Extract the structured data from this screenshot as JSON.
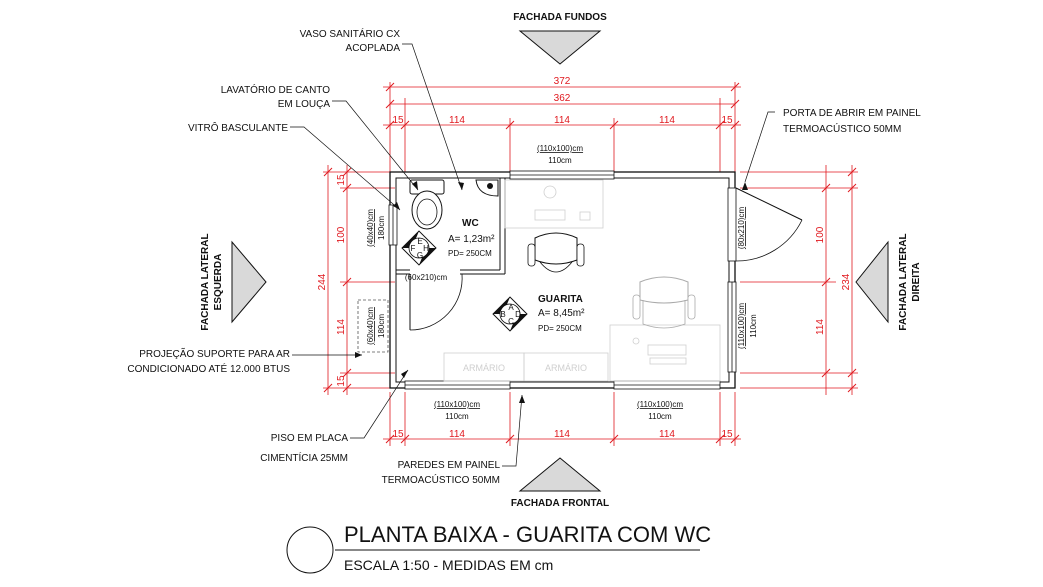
{
  "facades": {
    "back": "FACHADA FUNDOS",
    "front": "FACHADA FRONTAL",
    "left_line1": "FACHADA LATERAL",
    "left_line2": "ESQUERDA",
    "right_line1": "FACHADA LATERAL",
    "right_line2": "DIREITA"
  },
  "annotations": {
    "toilet_1": "VASO SANITÁRIO CX",
    "toilet_2": "ACOPLADA",
    "sink_1": "LAVATÓRIO DE CANTO",
    "sink_2": "EM LOUÇA",
    "vitro": "VITRÔ BASCULANTE",
    "ac_1": "PROJEÇÃO SUPORTE PARA AR",
    "ac_2": "CONDICIONADO ATÉ 12.000 BTUS",
    "floor_1": "PISO EM PLACA",
    "floor_2": "CIMENTÍCIA 25MM",
    "walls_1": "PAREDES EM PAINEL",
    "walls_2": "TERMOACÚSTICO 50MM",
    "door_1": "PORTA DE ABRIR EM PAINEL",
    "door_2": "TERMOACÚSTICO 50MM"
  },
  "rooms": {
    "wc_name": "WC",
    "wc_area": "A= 1,23m²",
    "wc_pd": "PD= 250CM",
    "guarita_name": "GUARITA",
    "guarita_area": "A= 8,45m²",
    "guarita_pd": "PD= 250CM",
    "wc_marker": [
      "E",
      "F",
      "H",
      "G"
    ],
    "guarita_marker": [
      "A",
      "B",
      "D",
      "C"
    ]
  },
  "openings": {
    "top_window": "(110x100)cm",
    "top_window_sill": "110cm",
    "bottom_window_left": "(110x100)cm",
    "bottom_window_left_sill": "110cm",
    "bottom_window_right": "(110x100)cm",
    "bottom_window_right_sill": "110cm",
    "wc_window": "(40x40)cm",
    "wc_window_sill": "180cm",
    "ac_opening": "(60x40)cm",
    "ac_opening_sill": "180cm",
    "wc_door": "(60x210)cm",
    "entry_door": "(80x210)cm",
    "right_window": "(110x100)cm",
    "right_window_sill": "110cm"
  },
  "furniture": {
    "armario_1": "ARMÁRIO",
    "armario_2": "ARMÁRIO"
  },
  "dimensions": {
    "top_total": "372",
    "top_inner": "362",
    "top_segments": [
      "15",
      "114",
      "114",
      "114",
      "15"
    ],
    "bottom_segments": [
      "15",
      "114",
      "114",
      "114",
      "15"
    ],
    "left_total": "244",
    "left_segments": [
      "15",
      "100",
      "114",
      "15"
    ],
    "right_total": "234",
    "right_segments": [
      "100",
      "114"
    ]
  },
  "title": {
    "main": "PLANTA BAIXA - GUARITA COM WC",
    "scale": "ESCALA 1:50 - MEDIDAS EM cm"
  }
}
